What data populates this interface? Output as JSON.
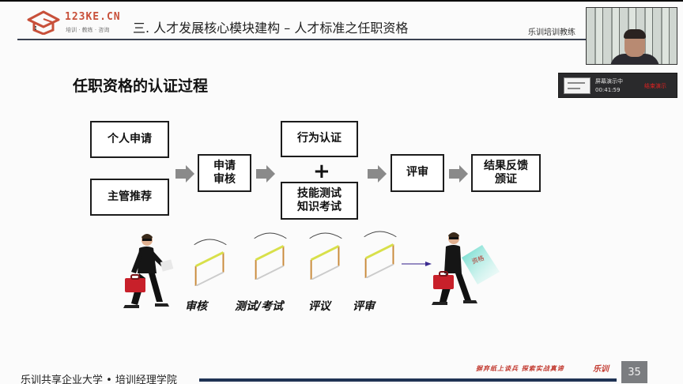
{
  "header": {
    "logo_text": "123KE.CN",
    "logo_subtitle": "培训 · 教练 · 咨询",
    "title": "三. 人才发展核心模块建构 – 人才标准之任职资格",
    "right_text": "乐训培训教练"
  },
  "webcam": {
    "label": "presenter-video"
  },
  "screen_share": {
    "status": "屏幕演示中",
    "elapsed": "00:41:59",
    "stop_label": "结束演示"
  },
  "main": {
    "section_title": "任职资格的认证过程",
    "flow": {
      "apply_personal": "个人申请",
      "apply_manager": "主管推荐",
      "review_application": "申请\n审核",
      "behavior_cert": "行为认证",
      "plus": "+",
      "skill_test": "技能测试\n知识考试",
      "evaluation": "评审",
      "result_feedback": "结果反馈\n颁证"
    },
    "hurdles": [
      {
        "label": "审核"
      },
      {
        "label": "测试/考试"
      },
      {
        "label": "评议"
      },
      {
        "label": "评审"
      }
    ],
    "certificate_text": "资格"
  },
  "footer": {
    "organization": "乐训共享企业大学 • 培训经理学院",
    "slogan": "摒弃纸上谈兵   探索实战真谛",
    "signature": "乐训",
    "page_number": "35"
  },
  "colors": {
    "logo_accent": "#c8503a",
    "header_rule": "#3a4150",
    "footer_rule": "#1f3354",
    "slogan": "#c23a30",
    "arrow_gray": "#8a8a8a",
    "hurdle_bar": "#d8e04a",
    "hurdle_post": "#c98a3a",
    "page_badge": "#7b7d80"
  }
}
